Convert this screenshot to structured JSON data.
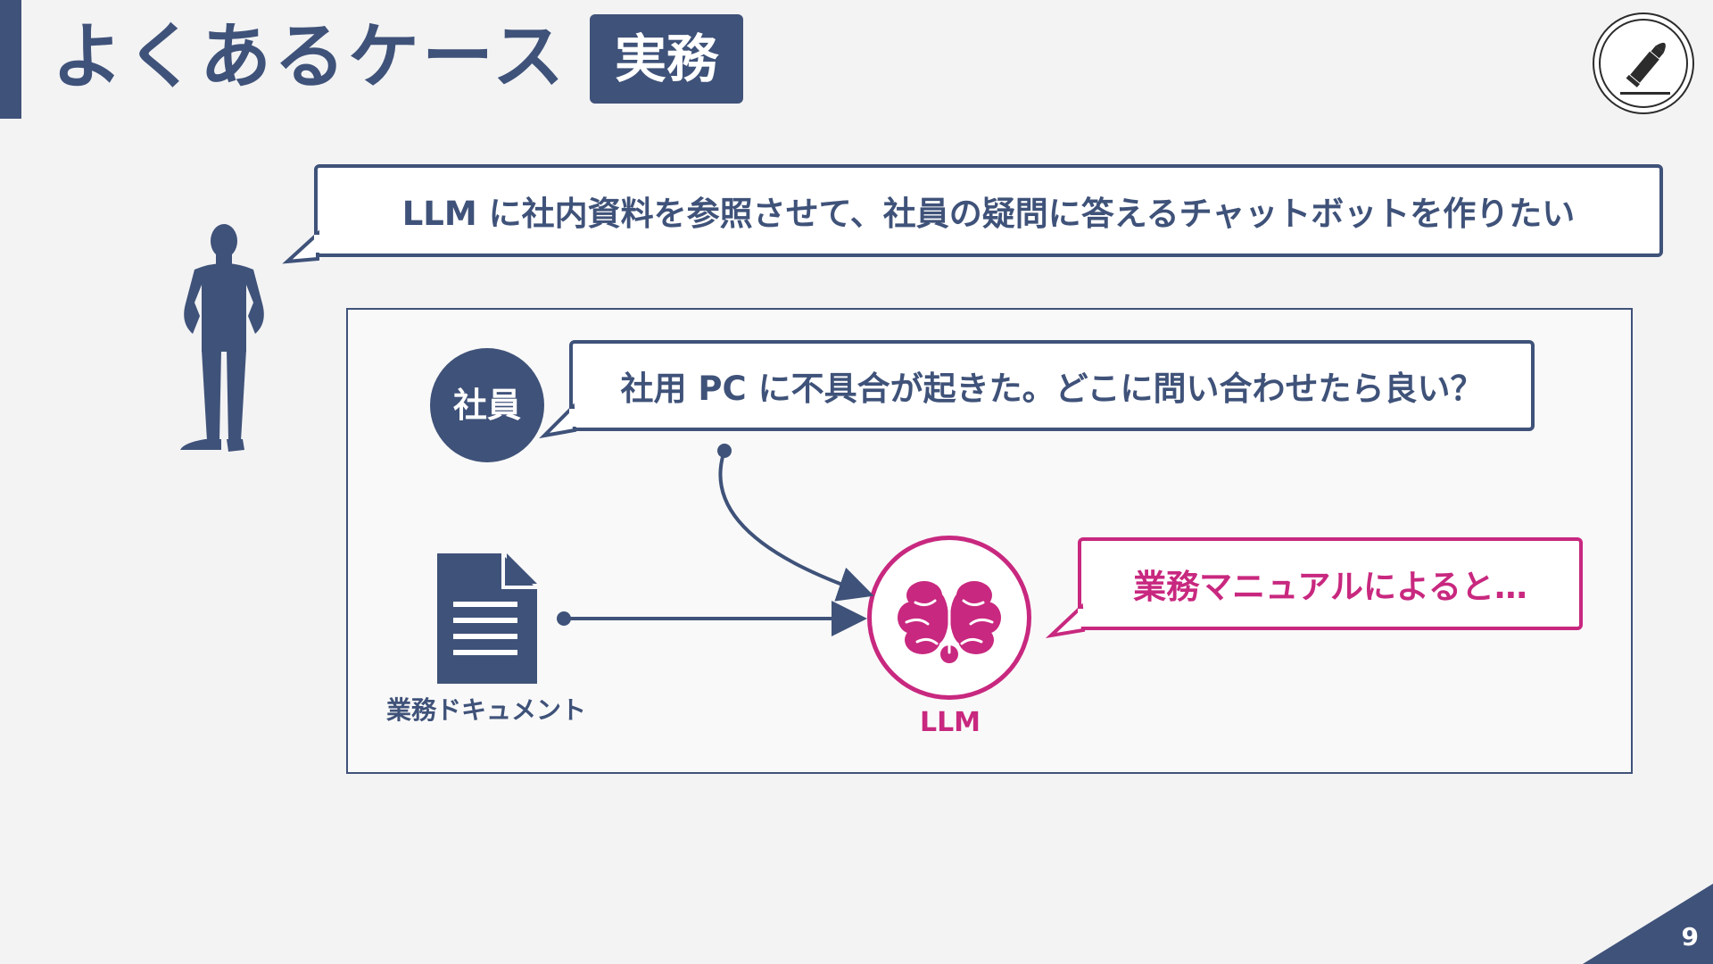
{
  "header": {
    "title": "よくあるケース",
    "tag": "実務"
  },
  "logo": {
    "icon": "bullet-icon"
  },
  "speech_main": "LLM に社内資料を参照させて、社員の疑問に答えるチャットボットを作りたい",
  "diagram": {
    "employee_label": "社員",
    "employee_question": "社用 PC に不具合が起きた。どこに問い合わせたら良い？",
    "llm_reply": "業務マニュアルによると…",
    "document_label": "業務ドキュメント",
    "llm_label": "LLM"
  },
  "page_number": "9",
  "colors": {
    "primary": "#3f5279",
    "accent": "#c8287f",
    "background": "#f3f3f4"
  }
}
